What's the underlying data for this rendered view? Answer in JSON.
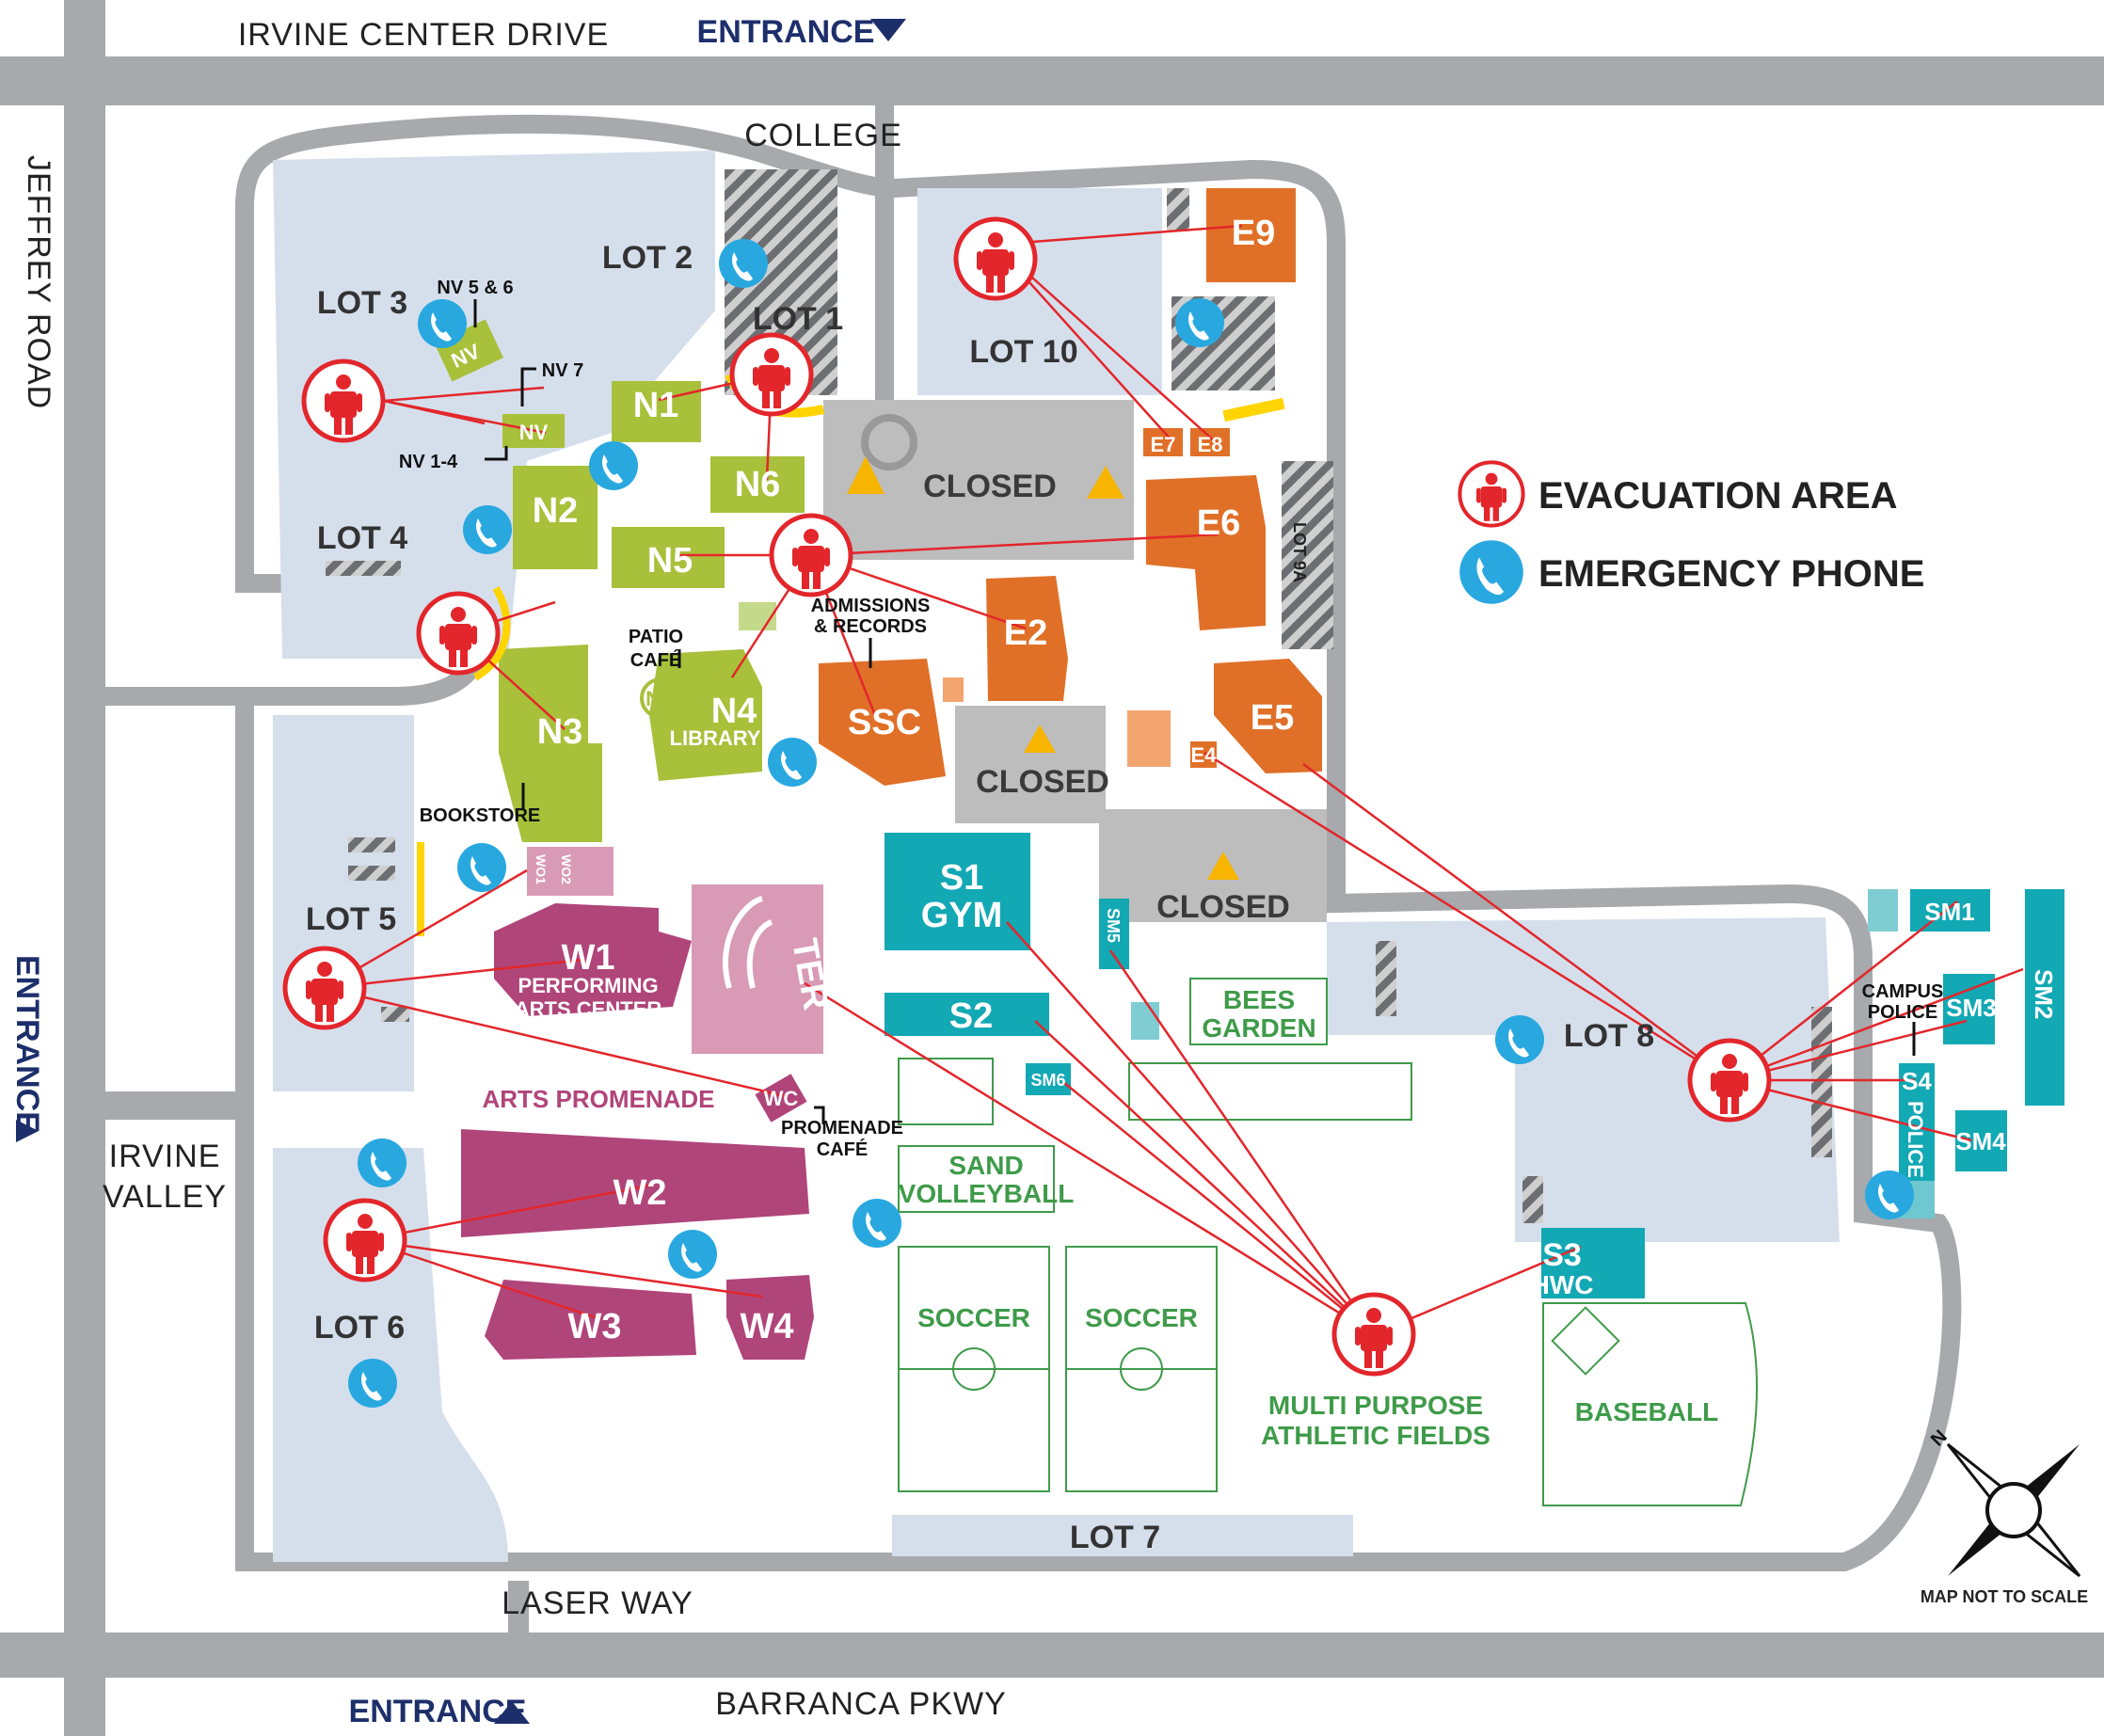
{
  "roads": {
    "irvine_center_drive": "IRVINE CENTER DRIVE",
    "jeffrey_road": "JEFFREY ROAD",
    "barranca_pkwy": "BARRANCA PKWY",
    "laser_way": "LASER WAY",
    "irvine_valley_1": "IRVINE",
    "irvine_valley_2": "VALLEY",
    "college": "COLLEGE"
  },
  "entrances": {
    "top": "ENTRANCE",
    "left": "ENTRANCE",
    "bottom": "ENTRANCE"
  },
  "lots": {
    "lot1": "LOT 1",
    "lot2": "LOT 2",
    "lot3": "LOT 3",
    "lot4": "LOT 4",
    "lot5": "LOT 5",
    "lot6": "LOT 6",
    "lot7": "LOT 7",
    "lot8": "LOT 8",
    "lot9a": "LOT 9A",
    "lot10": "LOT 10"
  },
  "buildings": {
    "n1": "N1",
    "n2": "N2",
    "n3": "N3",
    "n4": "N4",
    "n4_sub": "LIBRARY",
    "n5": "N5",
    "n6": "N6",
    "nv_a": "NV",
    "nv_b": "NV",
    "nc": "NC",
    "e2": "E2",
    "e4": "E4",
    "e5": "E5",
    "e6": "E6",
    "e7": "E7",
    "e8": "E8",
    "e9": "E9",
    "ssc": "SSC",
    "s1": "S1",
    "s1_sub": "GYM",
    "s2": "S2",
    "s3": "S3",
    "s3_sub": "HWC",
    "s4": "S4",
    "s4_sub": "POLICE",
    "sm1": "SM1",
    "sm2": "SM2",
    "sm3": "SM3",
    "sm4": "SM4",
    "sm5": "SM5",
    "sm6": "SM6",
    "w1": "W1",
    "w1_sub1": "PERFORMING",
    "w1_sub2": "ARTS CENTER",
    "w2": "W2",
    "w3": "W3",
    "w4": "W4",
    "wc": "WC",
    "ter": "TER",
    "wo1": "WO1",
    "wo2": "WO2"
  },
  "closed": {
    "c1": "CLOSED",
    "c2": "CLOSED",
    "c3": "CLOSED"
  },
  "notes": {
    "nv56": "NV 5 & 6",
    "nv7": "NV 7",
    "nv14": "NV 1-4",
    "patio1": "PATIO",
    "patio2": "CAFÉ",
    "adm1": "ADMISSIONS",
    "adm2": "& RECORDS",
    "bookstore": "BOOKSTORE",
    "promenade1": "PROMENADE",
    "promenade2": "CAFÉ",
    "campus1": "CAMPUS",
    "campus2": "POLICE",
    "arts_promenade": "ARTS PROMENADE",
    "map_not_to_scale": "MAP NOT TO SCALE",
    "compass_n": "N"
  },
  "fields": {
    "bees1": "BEES",
    "bees2": "GARDEN",
    "sand1": "SAND",
    "sand2": "VOLLEYBALL",
    "soccer_a": "SOCCER",
    "soccer_b": "SOCCER",
    "baseball": "BASEBALL",
    "multi1": "MULTI PURPOSE",
    "multi2": "ATHLETIC FIELDS"
  },
  "legend": {
    "evacuation": "EVACUATION AREA",
    "phone": "EMERGENCY PHONE"
  },
  "colors": {
    "road": "#a7a9ac",
    "parking": "#d5dfec",
    "north": "#a8c03a",
    "east": "#e07028",
    "south": "#12a8b4",
    "west": "#b0457a",
    "ter": "#d99ab5",
    "closed": "#bdbdbd",
    "evac": "#e3262b",
    "phone": "#29a8e0",
    "fields": "#3f9b4a",
    "entrance": "#1d2f6b"
  }
}
